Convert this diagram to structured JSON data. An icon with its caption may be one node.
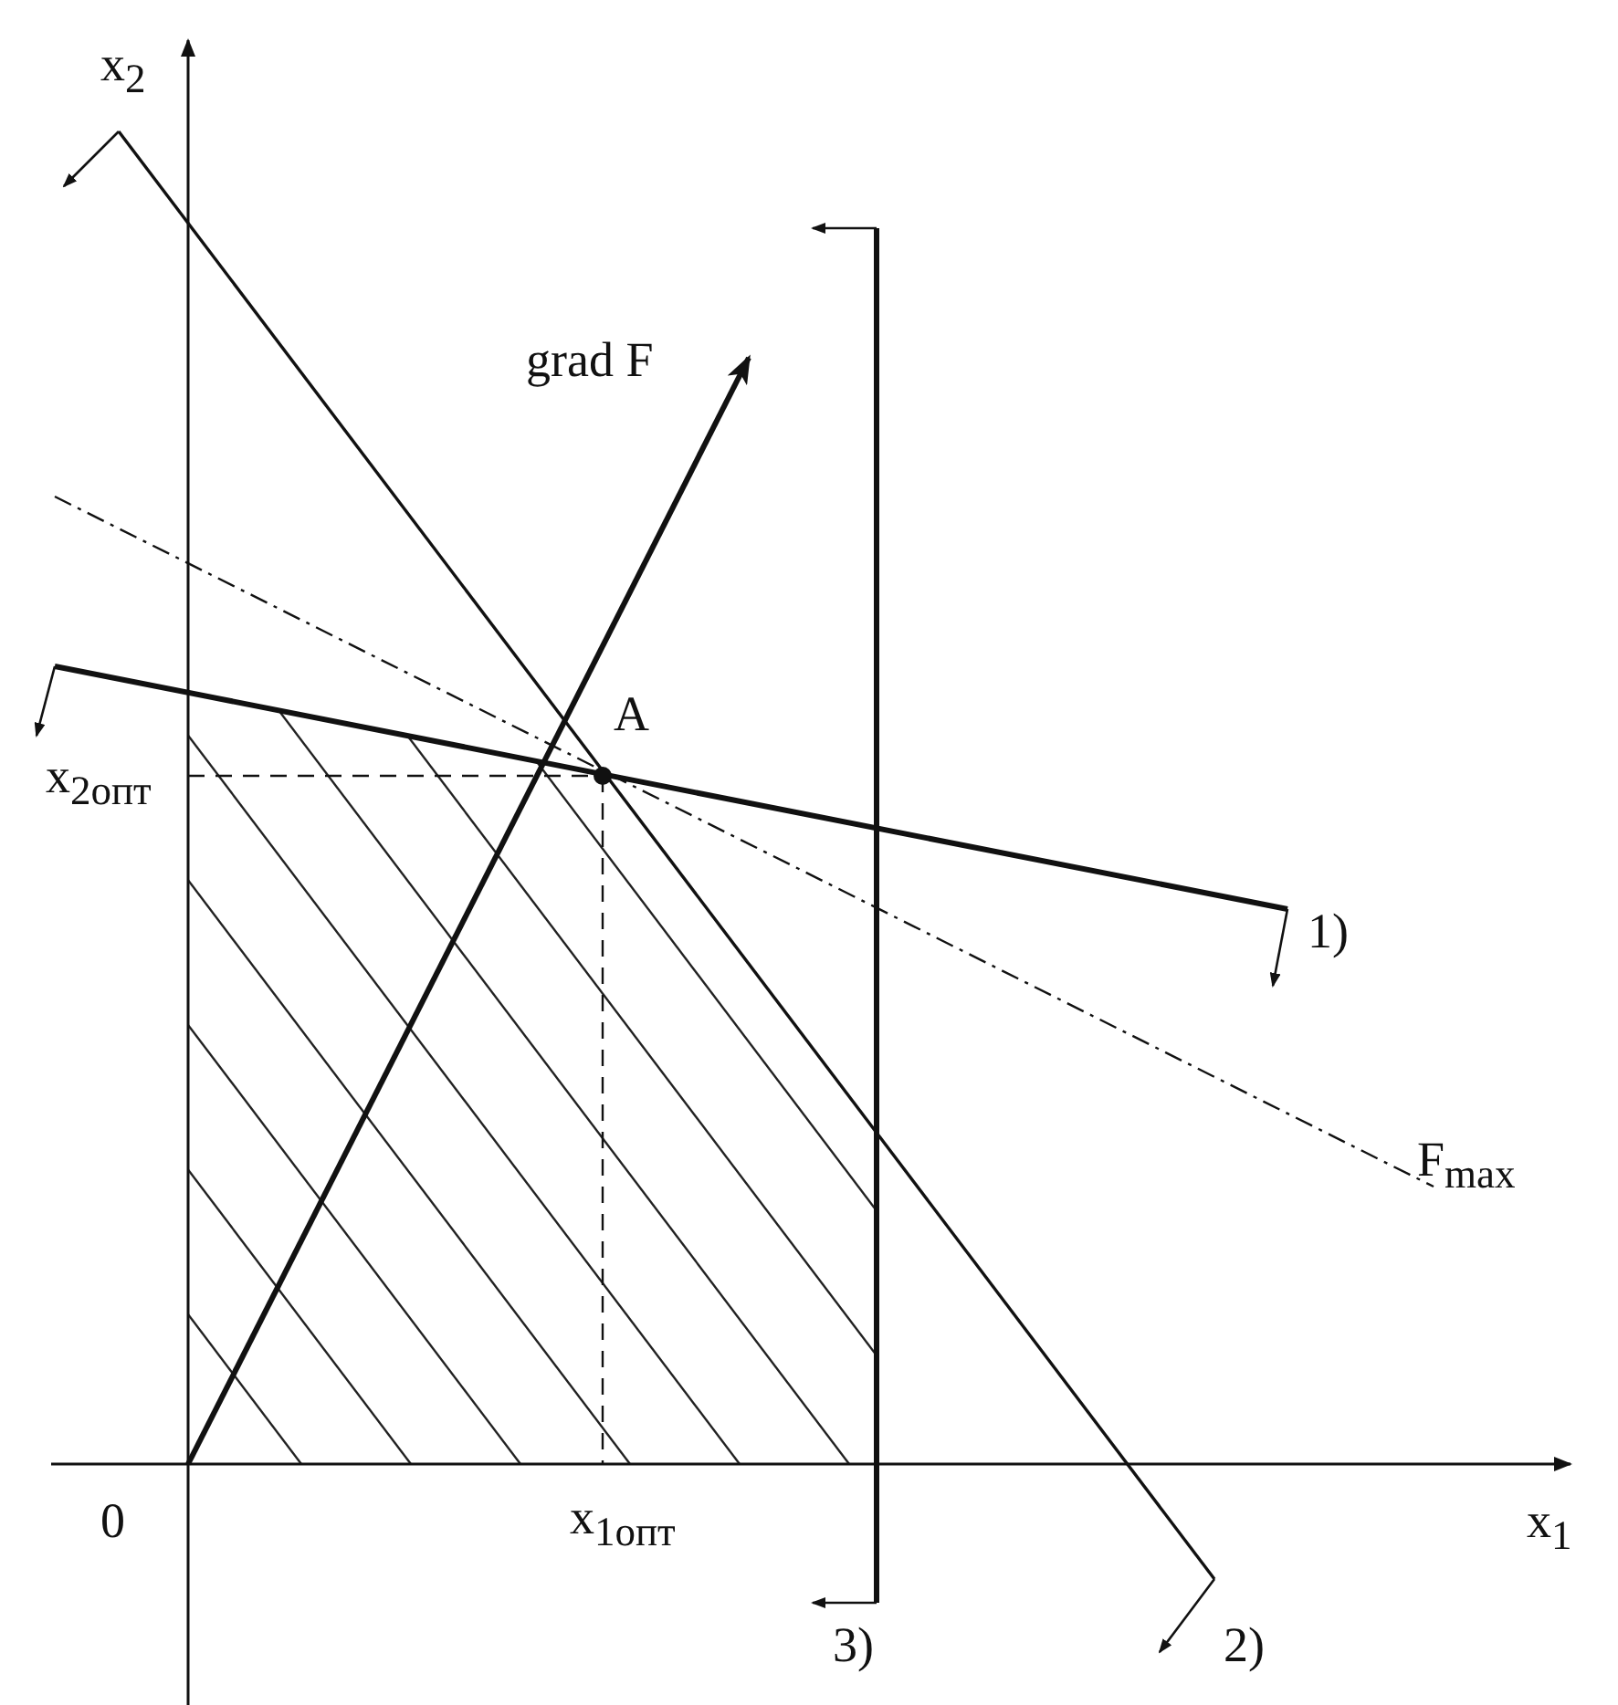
{
  "diagram": {
    "labels": [
      "x$_{2}$",
      "grad F",
      "A",
      "x$_{2опт}$",
      "1)",
      "F$_{max}$",
      "0",
      "x$_{1опт}$",
      "x$_{1}$",
      "3)",
      "2)"
    ]
  }
}
